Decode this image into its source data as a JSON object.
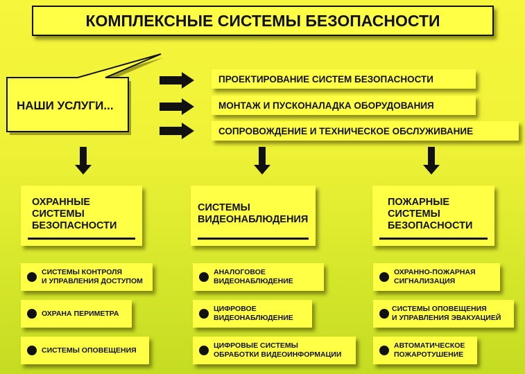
{
  "title": "КОМПЛЕКСНЫЕ СИСТЕМЫ БЕЗОПАСНОСТИ",
  "callout": "НАШИ УСЛУГИ...",
  "services": [
    "ПРОЕКТИРОВАНИЕ СИСТЕМ БЕЗОПАСНОСТИ",
    "МОНТАЖ И ПУСКОНАЛАДКА ОБОРУДОВАНИЯ",
    "СОПРОВОЖДЕНИЕ И ТЕХНИЧЕСКОЕ ОБСЛУЖИВАНИЕ"
  ],
  "categories": [
    {
      "lines": [
        "ОХРАННЫЕ",
        "СИСТЕМЫ",
        "БЕЗОПАСНОСТИ"
      ],
      "items": [
        [
          "СИСТЕМЫ КОНТРОЛЯ",
          "И УПРАВЛЕНИЯ ДОСТУПОМ"
        ],
        [
          "ОХРАНА ПЕРИМЕТРА"
        ],
        [
          "СИСТЕМЫ ОПОВЕЩЕНИЯ"
        ]
      ]
    },
    {
      "lines": [
        "СИСТЕМЫ",
        "ВИДЕОНАБЛЮДЕНИЯ"
      ],
      "items": [
        [
          "АНАЛОГОВОЕ",
          "ВИДЕОНАБЛЮДЕНИЕ"
        ],
        [
          "ЦИФРОВОЕ",
          "ВИДЕОНАБЛЮДЕНИЕ"
        ],
        [
          "ЦИФРОВЫЕ СИСТЕМЫ",
          "ОБРАБОТКИ ВИДЕОИНФОРМАЦИИ"
        ]
      ]
    },
    {
      "lines": [
        "ПОЖАРНЫЕ",
        "СИСТЕМЫ",
        "БЕЗОПАСНОСТИ"
      ],
      "items": [
        [
          "ОХРАННО-ПОЖАРНАЯ",
          "СИГНАЛИЗАЦИЯ"
        ],
        [
          "СИСТЕМЫ ОПОВЕЩЕНИЯ",
          "И УПРАВЛЕНИЯ ЭВАКУАЦИЕЙ"
        ],
        [
          "АВТОМАТИЧЕСКОЕ",
          "ПОЖАРОТУШЕНИЕ"
        ]
      ]
    }
  ]
}
